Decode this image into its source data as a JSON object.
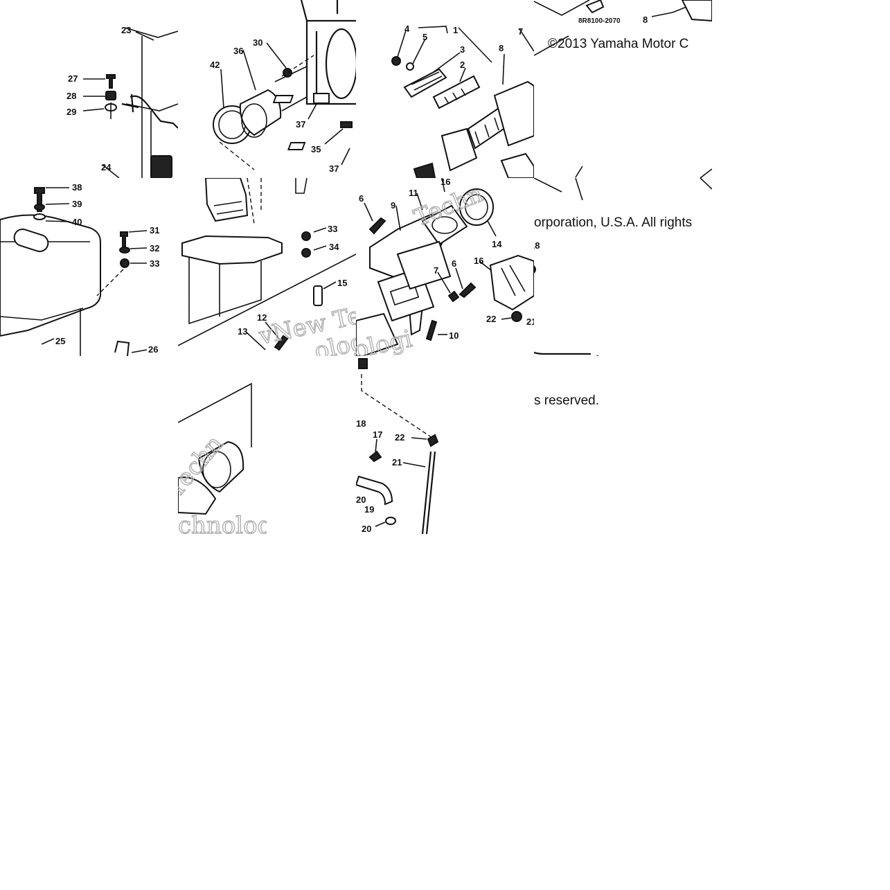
{
  "diagram": {
    "copyright": {
      "part1": "©2013 Yamaha Motor C",
      "part2": "orporation, U.S.A. All rights",
      "part3": "s reserved."
    },
    "drawing_code": "8R8100-2070",
    "watermark": {
      "text_a": "Techn",
      "text_b": "vNew Tec",
      "text_c": "ologi",
      "text_d": "chnologi"
    },
    "callouts": {
      "c1": "1",
      "c2": "2",
      "c3": "3",
      "c4": "4",
      "c5": "5",
      "c6": "6",
      "c7": "7",
      "c8": "8",
      "c9": "9",
      "c10": "10",
      "c11": "11",
      "c12": "12",
      "c13": "13",
      "c14": "14",
      "c15": "15",
      "c16": "16",
      "c17": "17",
      "c18": "18",
      "c19": "19",
      "c20": "20",
      "c21": "21",
      "c22": "22",
      "c23": "23",
      "c24": "24",
      "c25": "25",
      "c26": "26",
      "c27": "27",
      "c28": "28",
      "c29": "29",
      "c30": "30",
      "c31": "31",
      "c32": "32",
      "c33": "33",
      "c34": "34",
      "c35": "35",
      "c36": "36",
      "c37": "37",
      "c38": "38",
      "c39": "39",
      "c40": "40",
      "c42": "42"
    }
  }
}
